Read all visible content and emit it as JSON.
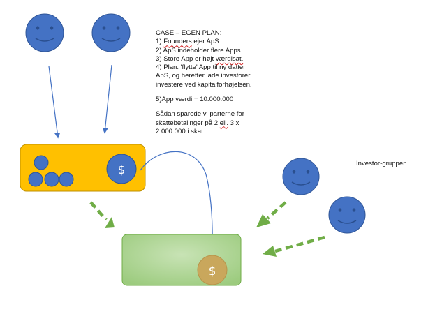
{
  "notes": {
    "title": "CASE – EGEN PLAN:",
    "l1_prefix": "1) ",
    "l1_squiggle": "Founders",
    "l1_suffix": " ejer ApS.",
    "l2": "2) ApS indeholder flere Apps.",
    "l3_prefix": "3) Store App er højt ",
    "l3_squiggle": "værdisat.",
    "l4": "4) Plan: 'flytte' App til ny datter",
    "l5": "ApS, og herefter lade investorer",
    "l6": "investere ved kapitalforhøjelsen.",
    "l7": "5)App værdi = 10.000.000",
    "l8": "Sådan sparede vi parterne for",
    "l9_prefix": "skattebetalinger på 2 ",
    "l9_squiggle": "ell.",
    "l9_suffix": " 3 x",
    "l10": "2.000.000 i skat."
  },
  "investor_label": "Investor-gruppen",
  "dollar_symbol": "$",
  "colors": {
    "face": "#4472c4",
    "face_outline": "#2f5597",
    "holding_box": "#ffc000",
    "holding_box_border": "#bf9000",
    "subsidiary_box": "#a9d18e",
    "subsidiary_box_border": "#70ad47",
    "coin_blue": "#4472c4",
    "coin_gold": "#c9a75c",
    "arrow_blue": "#4472c4",
    "arrow_green": "#70ad47"
  },
  "icons": [
    "smiley-face-icon",
    "dollar-coin-icon",
    "arrow-icon"
  ]
}
